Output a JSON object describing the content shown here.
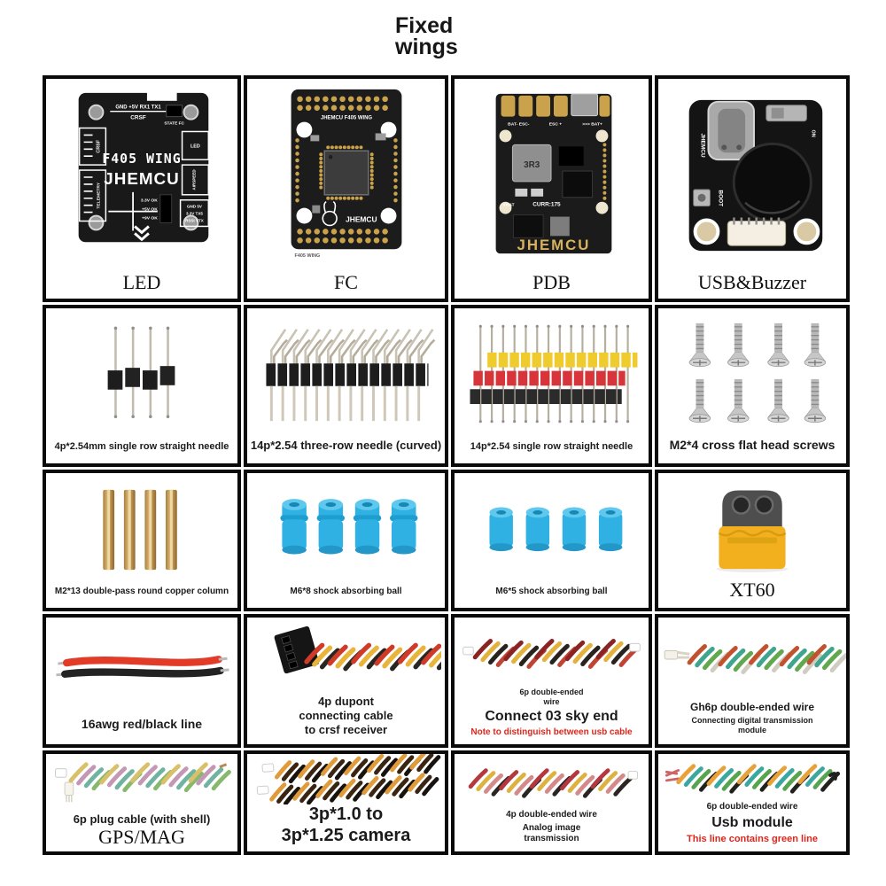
{
  "title": {
    "line1": "Fixed",
    "line2": "wings"
  },
  "colors": {
    "border_black": "#0a0a0a",
    "note_red": "#e0251b",
    "pcb_black": "#1a1a1a",
    "pad_gold": "#c9a24b",
    "damper_blue": "#2fb1e3",
    "copper_gold": "#c59a55",
    "xt60_yellow": "#f2b01e",
    "strip_yellow": "#f0cb2e",
    "strip_red": "#d8353b",
    "wire_red": "#e23b28"
  },
  "grid": {
    "r1c1": {
      "label": "LED",
      "board": {
        "name": "F405 WING",
        "brand": "JHEMCU",
        "top_pins": "GND +5V RX1 TX1",
        "crsf": "CRSF",
        "telemetry": "TELEMETRY",
        "state": "STATE FC",
        "ok1": "3.3V OK",
        "ok2": "+5V OK",
        "ok3": "+9V OK",
        "led": "LED",
        "airspeed": "AIRSPEED",
        "io1": "GND 5V",
        "io2": "3.3V TX5",
        "io3": "RSSI VTX"
      }
    },
    "r1c2": {
      "label": "FC",
      "board": {
        "name": "JHEMCU F405 WING",
        "brand": "JHEMCU",
        "corner": "F405 WING"
      }
    },
    "r1c3": {
      "label": "PDB",
      "board": {
        "brand": "JHEMCU",
        "pad_left": "BAT- ESC-",
        "pad_mid": "ESC +",
        "pad_right": ">>> BAT+",
        "inductor": "3R3",
        "vbat": "VBAT",
        "curr": "CURR:175"
      }
    },
    "r1c4": {
      "label": "USB&Buzzer",
      "board": {
        "brand": "JHEMCU",
        "boot": "BOOT",
        "on": "ON"
      }
    },
    "r2c1": {
      "caption": "4p*2.54mm single row straight needle"
    },
    "r2c2": {
      "caption": "14p*2.54 three-row needle (curved)"
    },
    "r2c3": {
      "caption": "14p*2.54 single row straight needle"
    },
    "r2c4": {
      "caption": "M2*4 cross flat head screws"
    },
    "r3c1": {
      "caption": "M2*13 double-pass round copper column"
    },
    "r3c2": {
      "caption": "M6*8 shock absorbing ball"
    },
    "r3c3": {
      "caption": "M6*5 shock absorbing ball"
    },
    "r3c4": {
      "label": "XT60"
    },
    "r4c1": {
      "caption": "16awg red/black line"
    },
    "r4c2": {
      "line1": "4p dupont",
      "line2": "connecting cable",
      "line3": "to crsf receiver"
    },
    "r4c3": {
      "small1": "6p double-ended",
      "small2": "wire",
      "title": "Connect 03 sky end",
      "note": "Note to distinguish between usb cable"
    },
    "r4c4": {
      "title": "Gh6p double-ended wire",
      "sub1": "Connecting digital transmission",
      "sub2": "module"
    },
    "r5c1": {
      "caption": "6p plug cable (with shell)",
      "label": "GPS/MAG"
    },
    "r5c2": {
      "line1": "3p*1.0 to",
      "line2": "3p*1.25 camera"
    },
    "r5c3": {
      "small": "4p double-ended wire",
      "sub1": "Analog image",
      "sub2": "transmission"
    },
    "r5c4": {
      "small": "6p double-ended wire",
      "title": "Usb module",
      "note": "This line contains green line"
    }
  }
}
